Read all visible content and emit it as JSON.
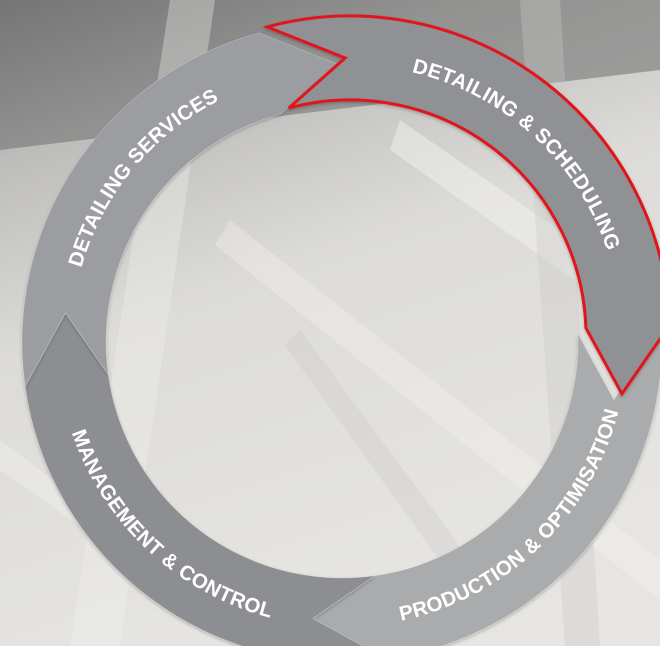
{
  "diagram": {
    "segments": [
      {
        "id": "detailing-scheduling",
        "label": "DETAILING & SCHEDULING",
        "highlighted": true
      },
      {
        "id": "production-optimisation",
        "label": "PRODUCTION & OPTIMISATION",
        "highlighted": false
      },
      {
        "id": "management-control",
        "label": "MANAGEMENT & CONTROL",
        "highlighted": false
      },
      {
        "id": "detailing-services",
        "label": "DETAILING SERVICES",
        "highlighted": false
      }
    ]
  },
  "colors": {
    "highlight_outline": "#e1131d",
    "label_text": "#ffffff",
    "segment_highlight": "#8f9194",
    "segment_production": "#a9abad",
    "segment_management": "#8c8e91",
    "segment_services": "#9b9da0",
    "background_light": "#dddcda",
    "background_dark": "#8a8a8a"
  }
}
